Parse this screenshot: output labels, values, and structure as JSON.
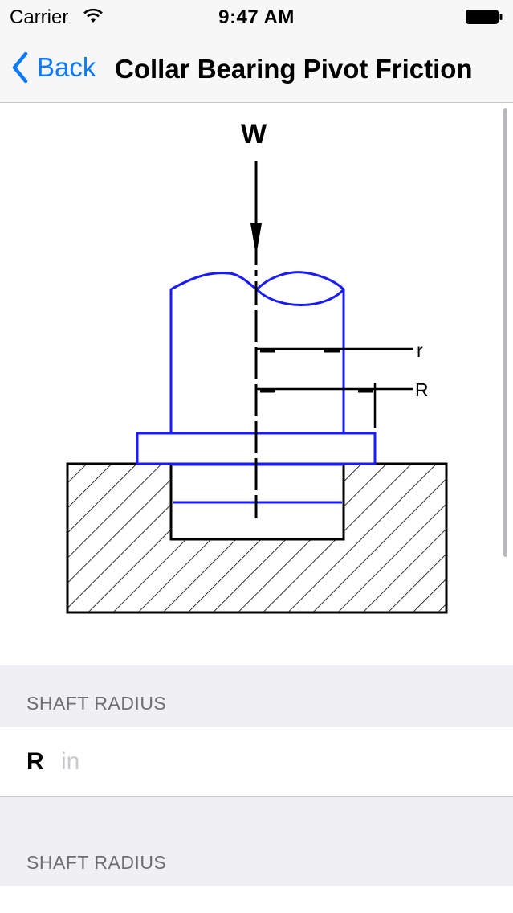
{
  "status_bar": {
    "carrier": "Carrier",
    "time": "9:47 AM"
  },
  "nav": {
    "back_label": "Back",
    "title": "Collar Bearing Pivot Friction"
  },
  "diagram": {
    "load_label": "W",
    "inner_radius_label": "r",
    "outer_radius_label": "R",
    "colors": {
      "part": "#1a1aff",
      "ground": "#000000"
    }
  },
  "sections": [
    {
      "header": "SHAFT RADIUS",
      "variable": "R",
      "value": "",
      "placeholder": "in"
    },
    {
      "header": "SHAFT RADIUS"
    }
  ]
}
